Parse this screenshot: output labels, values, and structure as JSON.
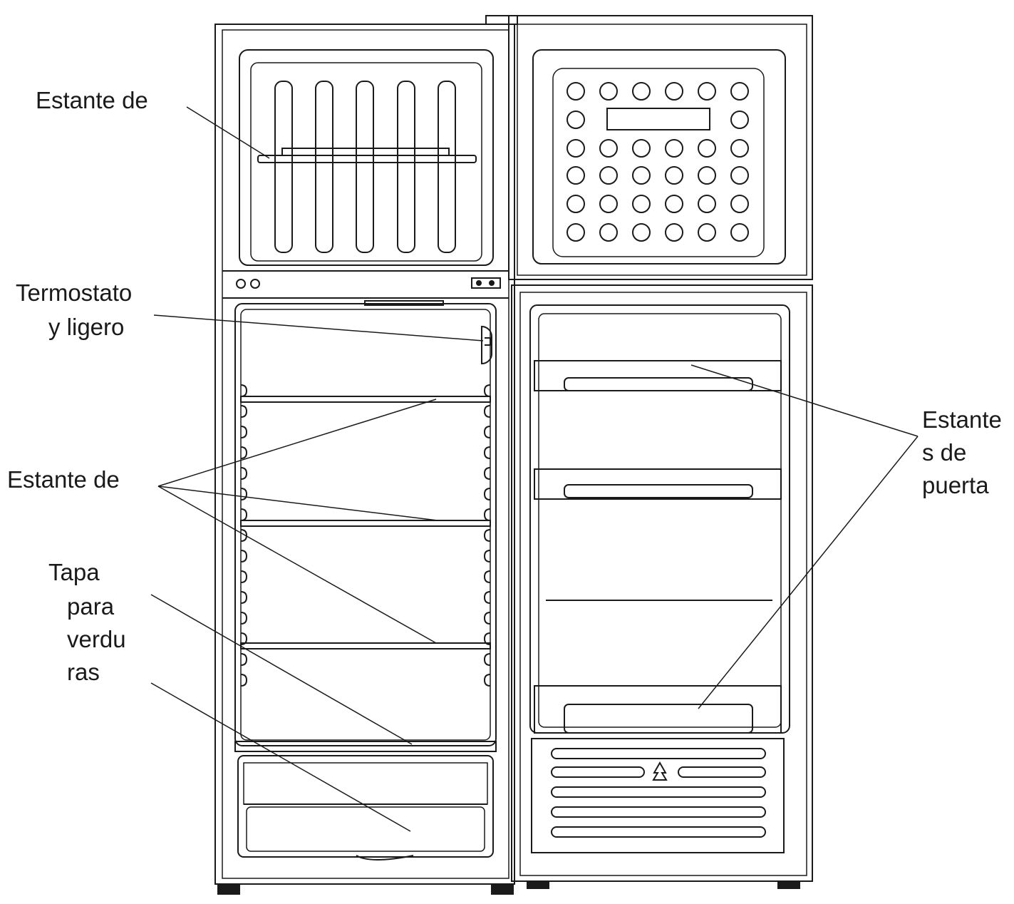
{
  "labels": {
    "freezer_shelf": "Estante de",
    "thermostat_line1": "Termostato",
    "thermostat_line2": "y ligero",
    "fridge_shelf": "Estante de",
    "crisper_line1": "Tapa",
    "crisper_line2": "para",
    "crisper_line3": "verdu",
    "crisper_line4": "ras",
    "door_shelf_line1": "Estante",
    "door_shelf_line2": "s de",
    "door_shelf_line3": "puerta"
  },
  "colors": {
    "stroke": "#1a1a1a",
    "background": "#ffffff"
  }
}
